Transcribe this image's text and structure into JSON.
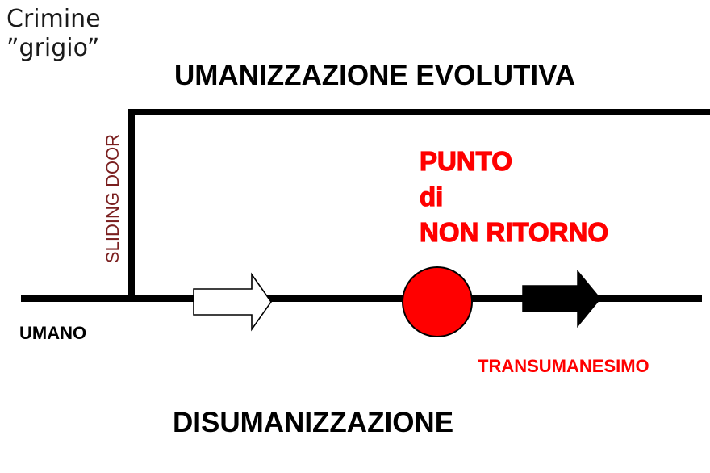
{
  "labels": {
    "crimine": "Crimine\n”grigio”",
    "top_title": "UMANIZZAZIONE EVOLUTIVA",
    "sliding_door": "SLIDING DOOR",
    "punto": "PUNTO\ndi\nNON RITORNO",
    "umano": "UMANO",
    "transumanesimo": "TRANSUMANESIMO",
    "bottom_title": "DISUMANIZZAZIONE"
  },
  "colors": {
    "accent": "#ff0000",
    "sliding_door": "#7a1f1f",
    "line": "#000000",
    "white_arrow_fill": "#ffffff",
    "black_arrow_fill": "#000000"
  }
}
